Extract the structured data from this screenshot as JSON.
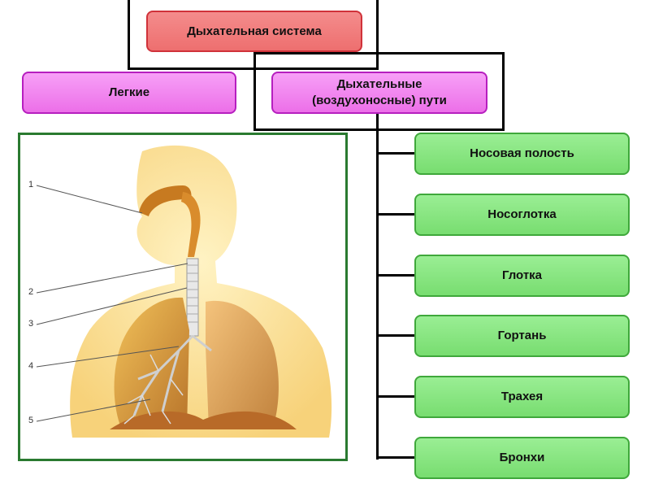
{
  "root": {
    "label": "Дыхательная система"
  },
  "branches": {
    "lungs": "Легкие",
    "airways": "Дыхательные (воздухоносные) пути"
  },
  "airway_parts": [
    "Носовая полость",
    "Носоглотка",
    "Глотка",
    "Гортань",
    "Трахея",
    "Бронхи"
  ],
  "illustration": {
    "callouts": [
      "1",
      "2",
      "3",
      "4",
      "5"
    ]
  },
  "colors": {
    "root_fill": "#ee6f6f",
    "branch_fill": "#ec6fe8",
    "part_fill": "#78dd70",
    "frame": "#2a7a30"
  }
}
